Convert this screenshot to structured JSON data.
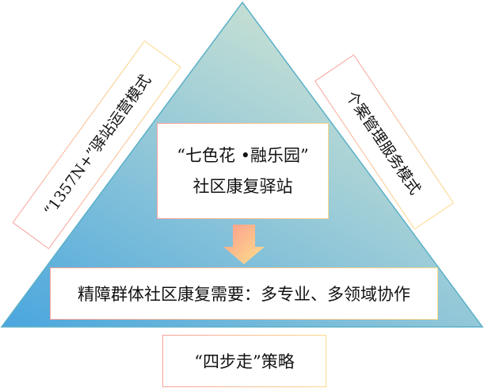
{
  "diagram": {
    "left_label": "“1357N+”驿站运营模式",
    "right_label": "个案管理服务模式",
    "center_title": "“七色花 •融乐园”",
    "center_subtitle": "社区康复驿站",
    "need": "精障群体社区康复需要：多专业、多领域协作",
    "strategy": "“四步走”策略"
  },
  "colors": {
    "triangle_top": "#cde3d3",
    "triangle_bottom_left": "#49a6de",
    "border_pink": "#f7a09a",
    "border_yellow": "#fcd98a"
  }
}
